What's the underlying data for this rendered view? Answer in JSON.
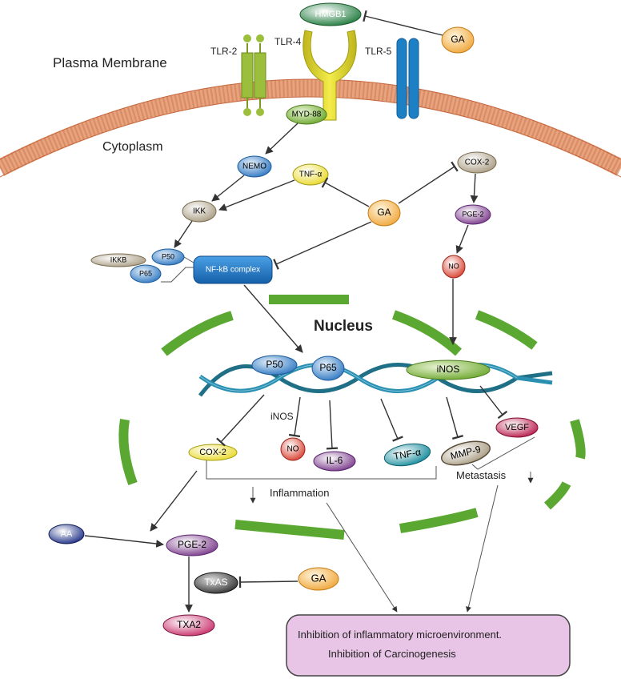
{
  "regions": {
    "plasma_membrane": "Plasma Membrane",
    "cytoplasm": "Cytoplasm",
    "nucleus": "Nucleus"
  },
  "receptors": {
    "tlr2": "TLR-2",
    "tlr4": "TLR-4",
    "tlr5": "TLR-5"
  },
  "nodes": {
    "hmgb1": "HMGB1",
    "ga_top": "GA",
    "myd88": "MYD-88",
    "nemo": "NEMO",
    "tnf_cyto": "TNF-α",
    "cox2_cyto": "COX-2",
    "ikk": "IKK",
    "ga_mid": "GA",
    "pge2_cyto": "PGE-2",
    "ikkb": "IKKB",
    "p50_cyto": "P50",
    "p65_cyto": "P65",
    "nfkb": "NF-kB complex",
    "no_cyto": "NO",
    "p50_nuc": "P50",
    "p65_nuc": "P65",
    "inos_dna": "iNOS",
    "inos_label": "iNOS",
    "cox2_nuc": "COX-2",
    "no_nuc": "NO",
    "il6": "IL-6",
    "tnf_nuc": "TNF-α",
    "mmp9": "MMP-9",
    "vegf": "VEGF",
    "inflammation": "Inflammation",
    "metastasis": "Metastasis",
    "aa": "AA",
    "pge2_low": "PGE-2",
    "txas": "TxAS",
    "ga_low": "GA",
    "txa2": "TXA2"
  },
  "outcome": {
    "line1": "Inhibition of inflammatory microenvironment.",
    "line2": "Inhibition of Carcinogenesis"
  },
  "colors": {
    "membrane": "#e8a27c",
    "nucleus_envelope": "#5aa832",
    "dna_strand1": "#1f6f86",
    "dna_strand2": "#2a8fb0",
    "outcome_fill": "#e8c4e6",
    "tlr2": "#9bbf3c",
    "tlr4": "#e3dc2b",
    "tlr5": "#1d7fc4"
  }
}
